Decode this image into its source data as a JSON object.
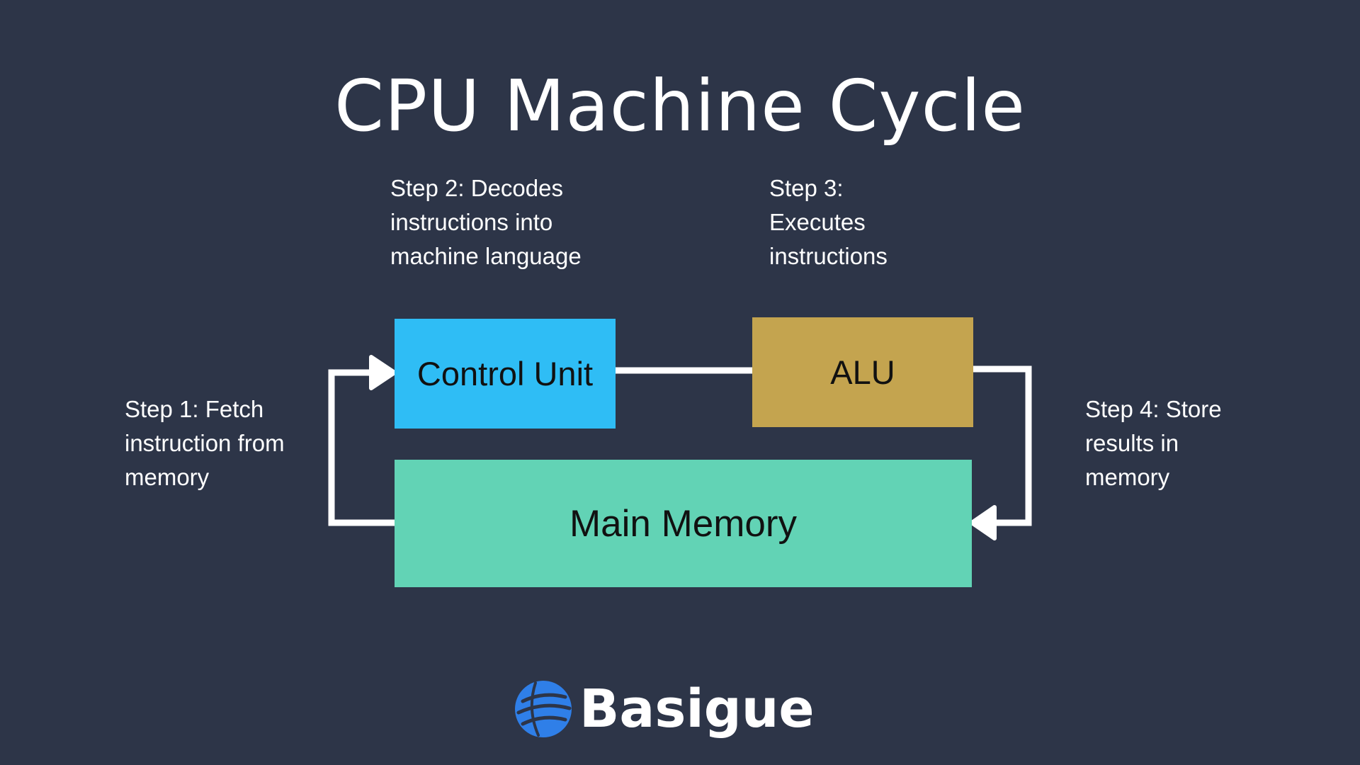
{
  "title": "CPU Machine Cycle",
  "steps": {
    "step1": "Step 1: Fetch\ninstruction from\nmemory",
    "step2": "Step 2: Decodes\ninstructions into\nmachine language",
    "step3": "Step 3:\nExecutes\ninstructions",
    "step4": "Step 4: Store\nresults in\nmemory"
  },
  "nodes": {
    "control_unit": "Control Unit",
    "alu": "ALU",
    "main_memory": "Main Memory"
  },
  "brand": {
    "name": "Basigue",
    "icon": "globe-icon",
    "accent": "#2f7fe8"
  },
  "colors": {
    "background": "#2d3548",
    "control_unit": "#2fbdf5",
    "alu": "#c4a44f",
    "main_memory": "#62d3b5",
    "connector": "#ffffff"
  }
}
